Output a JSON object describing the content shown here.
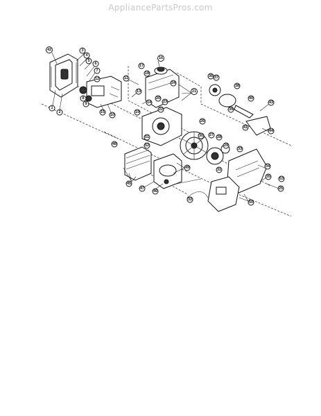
{
  "watermark": "AppliancePartsPros.com",
  "callouts": [
    "42",
    "3",
    "4",
    "5",
    "6",
    "7",
    "8",
    "9",
    "1",
    "2",
    "10",
    "11",
    "12",
    "13",
    "14",
    "15",
    "16",
    "17",
    "18",
    "19",
    "20",
    "21",
    "22",
    "23",
    "24",
    "25",
    "26",
    "27",
    "28",
    "29",
    "30",
    "31",
    "32",
    "33",
    "34",
    "35",
    "36",
    "37",
    "38",
    "39",
    "40",
    "41",
    "43",
    "44",
    "45",
    "46",
    "47",
    "48",
    "49",
    "50",
    "51",
    "52",
    "53"
  ]
}
